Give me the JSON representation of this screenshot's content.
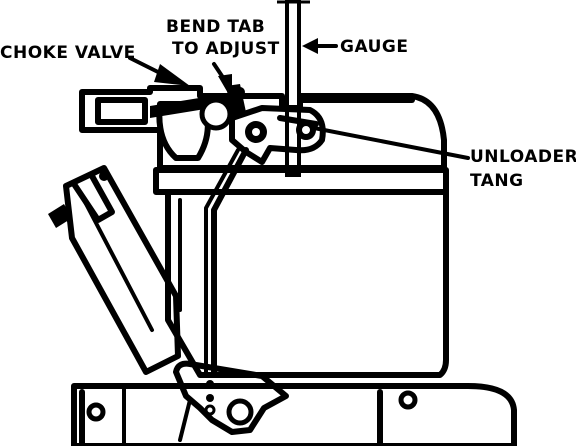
{
  "labels": {
    "choke_valve": "CHOKE VALVE",
    "bend_tab_line1": "BEND TAB",
    "bend_tab_line2": "TO ADJUST",
    "gauge": "GAUGE",
    "unloader_line1": "UNLOADER",
    "unloader_line2": "TANG"
  },
  "icons": [
    "gauge-rod",
    "choke-valve-plate",
    "unloader-tang",
    "adjust-tab",
    "carburetor-body",
    "throttle-lever",
    "linkage-rod",
    "mounting-screw"
  ],
  "colors": {
    "ink": "#000000",
    "paper": "#ffffff"
  }
}
